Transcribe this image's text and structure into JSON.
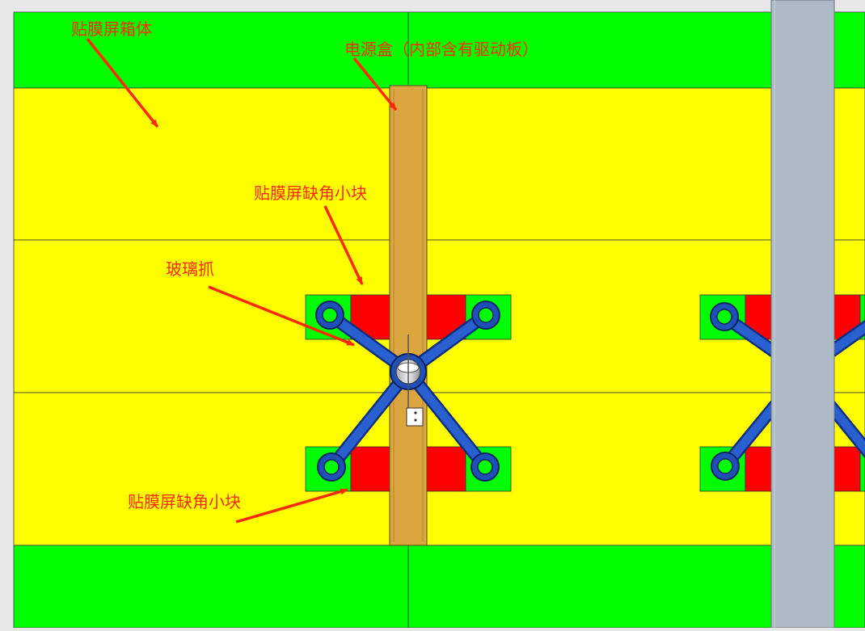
{
  "labels": {
    "cabinet": "贴膜屏箱体",
    "power_box": "电源盒（内部含有驱动板）",
    "corner_block_top": "贴膜屏缺角小块",
    "glass_clamp": "玻璃抓",
    "corner_block_bottom": "贴膜屏缺角小块"
  },
  "colors": {
    "background": "#e8e8e8",
    "cabinet_green": "#00ff00",
    "panel_yellow": "#ffff00",
    "power_box": "#dba540",
    "corner_block_red": "#ff0000",
    "clamp_blue": "#1f4fb8",
    "steel_column": "#aebac6",
    "annotation_red": "#ff2a00"
  }
}
